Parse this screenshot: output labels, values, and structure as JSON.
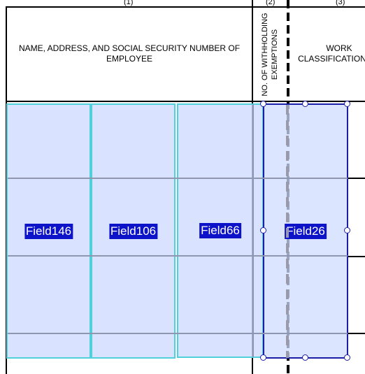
{
  "columns": {
    "col1_num": "(1)",
    "col2_num": "(2)",
    "col3_num": "(3)",
    "col1_header": "NAME, ADDRESS, AND SOCIAL SECURITY NUMBER OF EMPLOYEE",
    "col2_header_line1": "NO. OF WITHHOLDING",
    "col2_header_line2": "EXEMPTIONS",
    "col3_header_line1": "WORK",
    "col3_header_line2": "CLASSIFICATION"
  },
  "fields": [
    {
      "label": "Field146"
    },
    {
      "label": "Field106"
    },
    {
      "label": "Field66"
    },
    {
      "label": "Field26",
      "selected": true
    }
  ],
  "colors": {
    "field_fill": "#d0dcff",
    "field_border": "#4fd0dc",
    "selected_border": "#1b1ea8",
    "label_bg": "#0d13c8"
  }
}
